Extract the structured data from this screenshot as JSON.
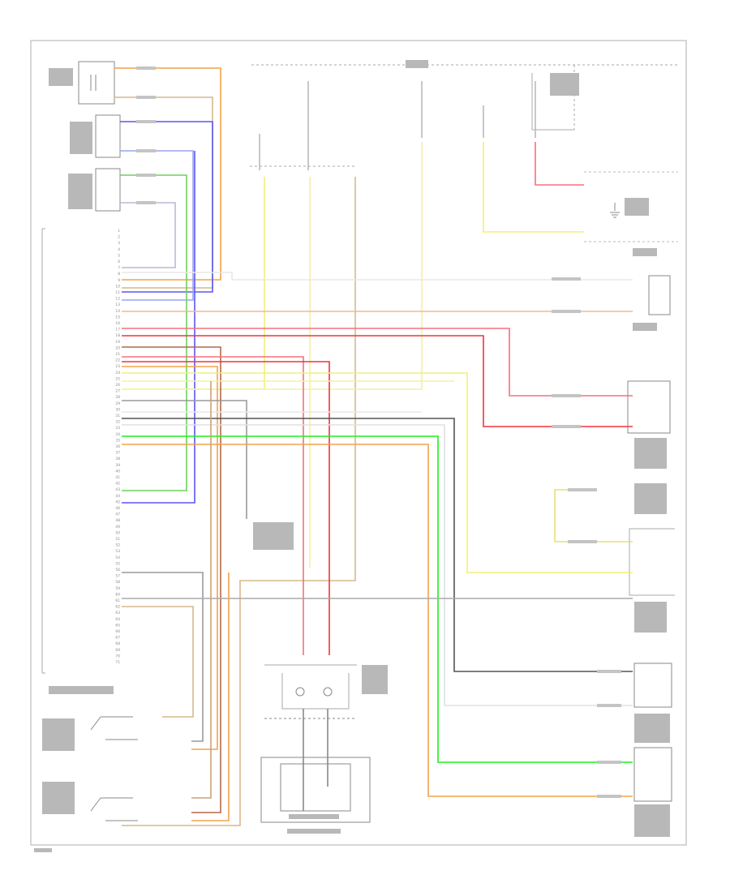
{
  "diagram": {
    "title": "",
    "colors": {
      "frame": "#c9c9c9",
      "component": "#888888",
      "orange": "#f4a24a",
      "tan": "#d6b98c",
      "blue": "#5a57f5",
      "lightblue": "#9aa4f0",
      "green": "#6fd05c",
      "brightgreen": "#1ef01a",
      "yellow": "#f2ef7a",
      "lightyellow": "#f5f0a0",
      "red": "#f0333d",
      "pink": "#f5707f",
      "brown": "#b06a4a",
      "grey": "#8a8a8a",
      "black": "#555555",
      "white": "#e8e8e8"
    },
    "footer_code": "",
    "nodes": [
      {
        "id": "top-left-sensor",
        "label": ""
      },
      {
        "id": "seat-sensor-2",
        "label": ""
      },
      {
        "id": "seat-sensor-3",
        "label": ""
      },
      {
        "id": "control-module",
        "label": ""
      },
      {
        "id": "fuse-block",
        "label": ""
      },
      {
        "id": "right-power-module",
        "label": ""
      },
      {
        "id": "ground",
        "label": ""
      },
      {
        "id": "airbag-module-1",
        "label": ""
      },
      {
        "id": "weight-sensor",
        "label": ""
      },
      {
        "id": "right-sensor-block",
        "label": ""
      },
      {
        "id": "indicator-lamp",
        "label": ""
      },
      {
        "id": "clock-spring",
        "label": ""
      },
      {
        "id": "driver-airbag",
        "label": ""
      },
      {
        "id": "buckle-switch-driver",
        "label": ""
      },
      {
        "id": "buckle-switch-passenger",
        "label": ""
      },
      {
        "id": "passenger-airbag",
        "label": ""
      }
    ],
    "module_pins": [
      "1",
      "2",
      "3",
      "4",
      "5",
      "6",
      "7",
      "8",
      "9",
      "10",
      "11",
      "12",
      "13",
      "14",
      "15",
      "16",
      "17",
      "18",
      "19",
      "20",
      "21",
      "22",
      "23",
      "24",
      "25",
      "26",
      "27",
      "28",
      "29",
      "30",
      "31",
      "32",
      "33",
      "34",
      "35",
      "36",
      "37",
      "38",
      "39",
      "40",
      "41",
      "42",
      "43",
      "44",
      "45",
      "46",
      "47",
      "48",
      "49",
      "50",
      "51",
      "52",
      "53",
      "54",
      "55",
      "56",
      "57",
      "58",
      "59",
      "60",
      "61",
      "62",
      "63",
      "64",
      "65",
      "66",
      "67",
      "68",
      "69",
      "70",
      "71"
    ]
  }
}
